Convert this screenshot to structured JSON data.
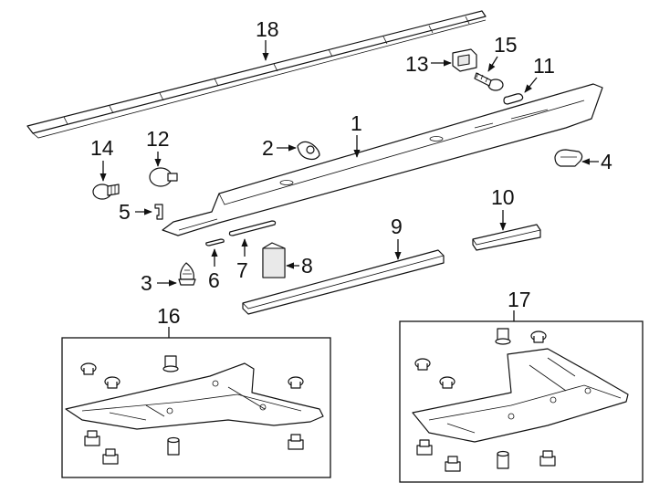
{
  "callouts": {
    "c1": "1",
    "c2": "2",
    "c3": "3",
    "c4": "4",
    "c5": "5",
    "c6": "6",
    "c7": "7",
    "c8": "8",
    "c9": "9",
    "c10": "10",
    "c11": "11",
    "c12": "12",
    "c13": "13",
    "c14": "14",
    "c15": "15",
    "c16": "16",
    "c17": "17",
    "c18": "18"
  },
  "colors": {
    "line": "#111111",
    "background": "#ffffff",
    "shade": "#e9e9e9"
  }
}
